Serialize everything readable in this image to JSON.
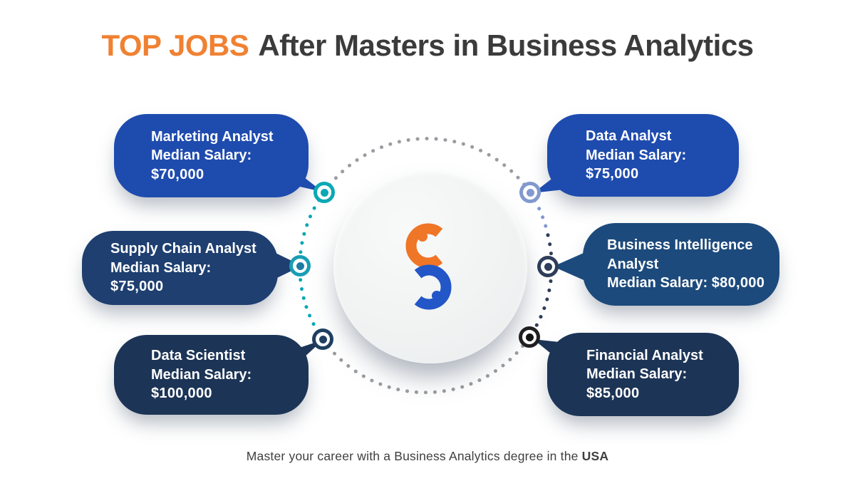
{
  "title": {
    "highlight": "TOP JOBS",
    "rest": "After Masters in Business Analytics"
  },
  "bubbles": [
    {
      "title": "Marketing Analyst",
      "label": "Median Salary:",
      "salary": "$70,000",
      "color": "#1e4bae",
      "ring": "#0ba8b4",
      "ring_dot": "#0ba8b4"
    },
    {
      "title": "Supply Chain Analyst",
      "label": "Median Salary:",
      "salary": "$75,000",
      "color": "#1e3f70",
      "ring": "#189eb4",
      "ring_dot": "#1b7ca4"
    },
    {
      "title": "Data Scientist",
      "label": "Median Salary:",
      "salary": "$100,000",
      "color": "#1c3456",
      "ring": "#1e3f5f",
      "ring_dot": "#1e3f5f"
    },
    {
      "title": "Data Analyst",
      "label": "Median Salary:",
      "salary": "$75,000",
      "color": "#1e4bae",
      "ring": "#8199ce",
      "ring_dot": "#8199ce"
    },
    {
      "title": "Business Intelligence Analyst",
      "label": "Median Salary:",
      "salary": "$80,000",
      "color": "#1d4a7c",
      "ring": "#2e3d59",
      "ring_dot": "#2e3d59"
    },
    {
      "title": "Financial Analyst",
      "label": "Median Salary:",
      "salary": "$85,000",
      "color": "#1c3456",
      "ring": "#202022",
      "ring_dot": "#131313"
    }
  ],
  "logo": {
    "letter": "S",
    "orange": "#ef7527",
    "blue": "#2356c7"
  },
  "connector_dots": {
    "gray": "#9a9ca0",
    "teal": "#0ba8b4",
    "periwinkle": "#8199ce",
    "navy": "#2e3d59"
  },
  "footer": {
    "text": "Master your career with a Business Analytics degree in the ",
    "bold": "USA"
  },
  "colors": {
    "title_highlight": "#f08132",
    "title_text": "#3b3b3b",
    "background": "#ffffff"
  }
}
